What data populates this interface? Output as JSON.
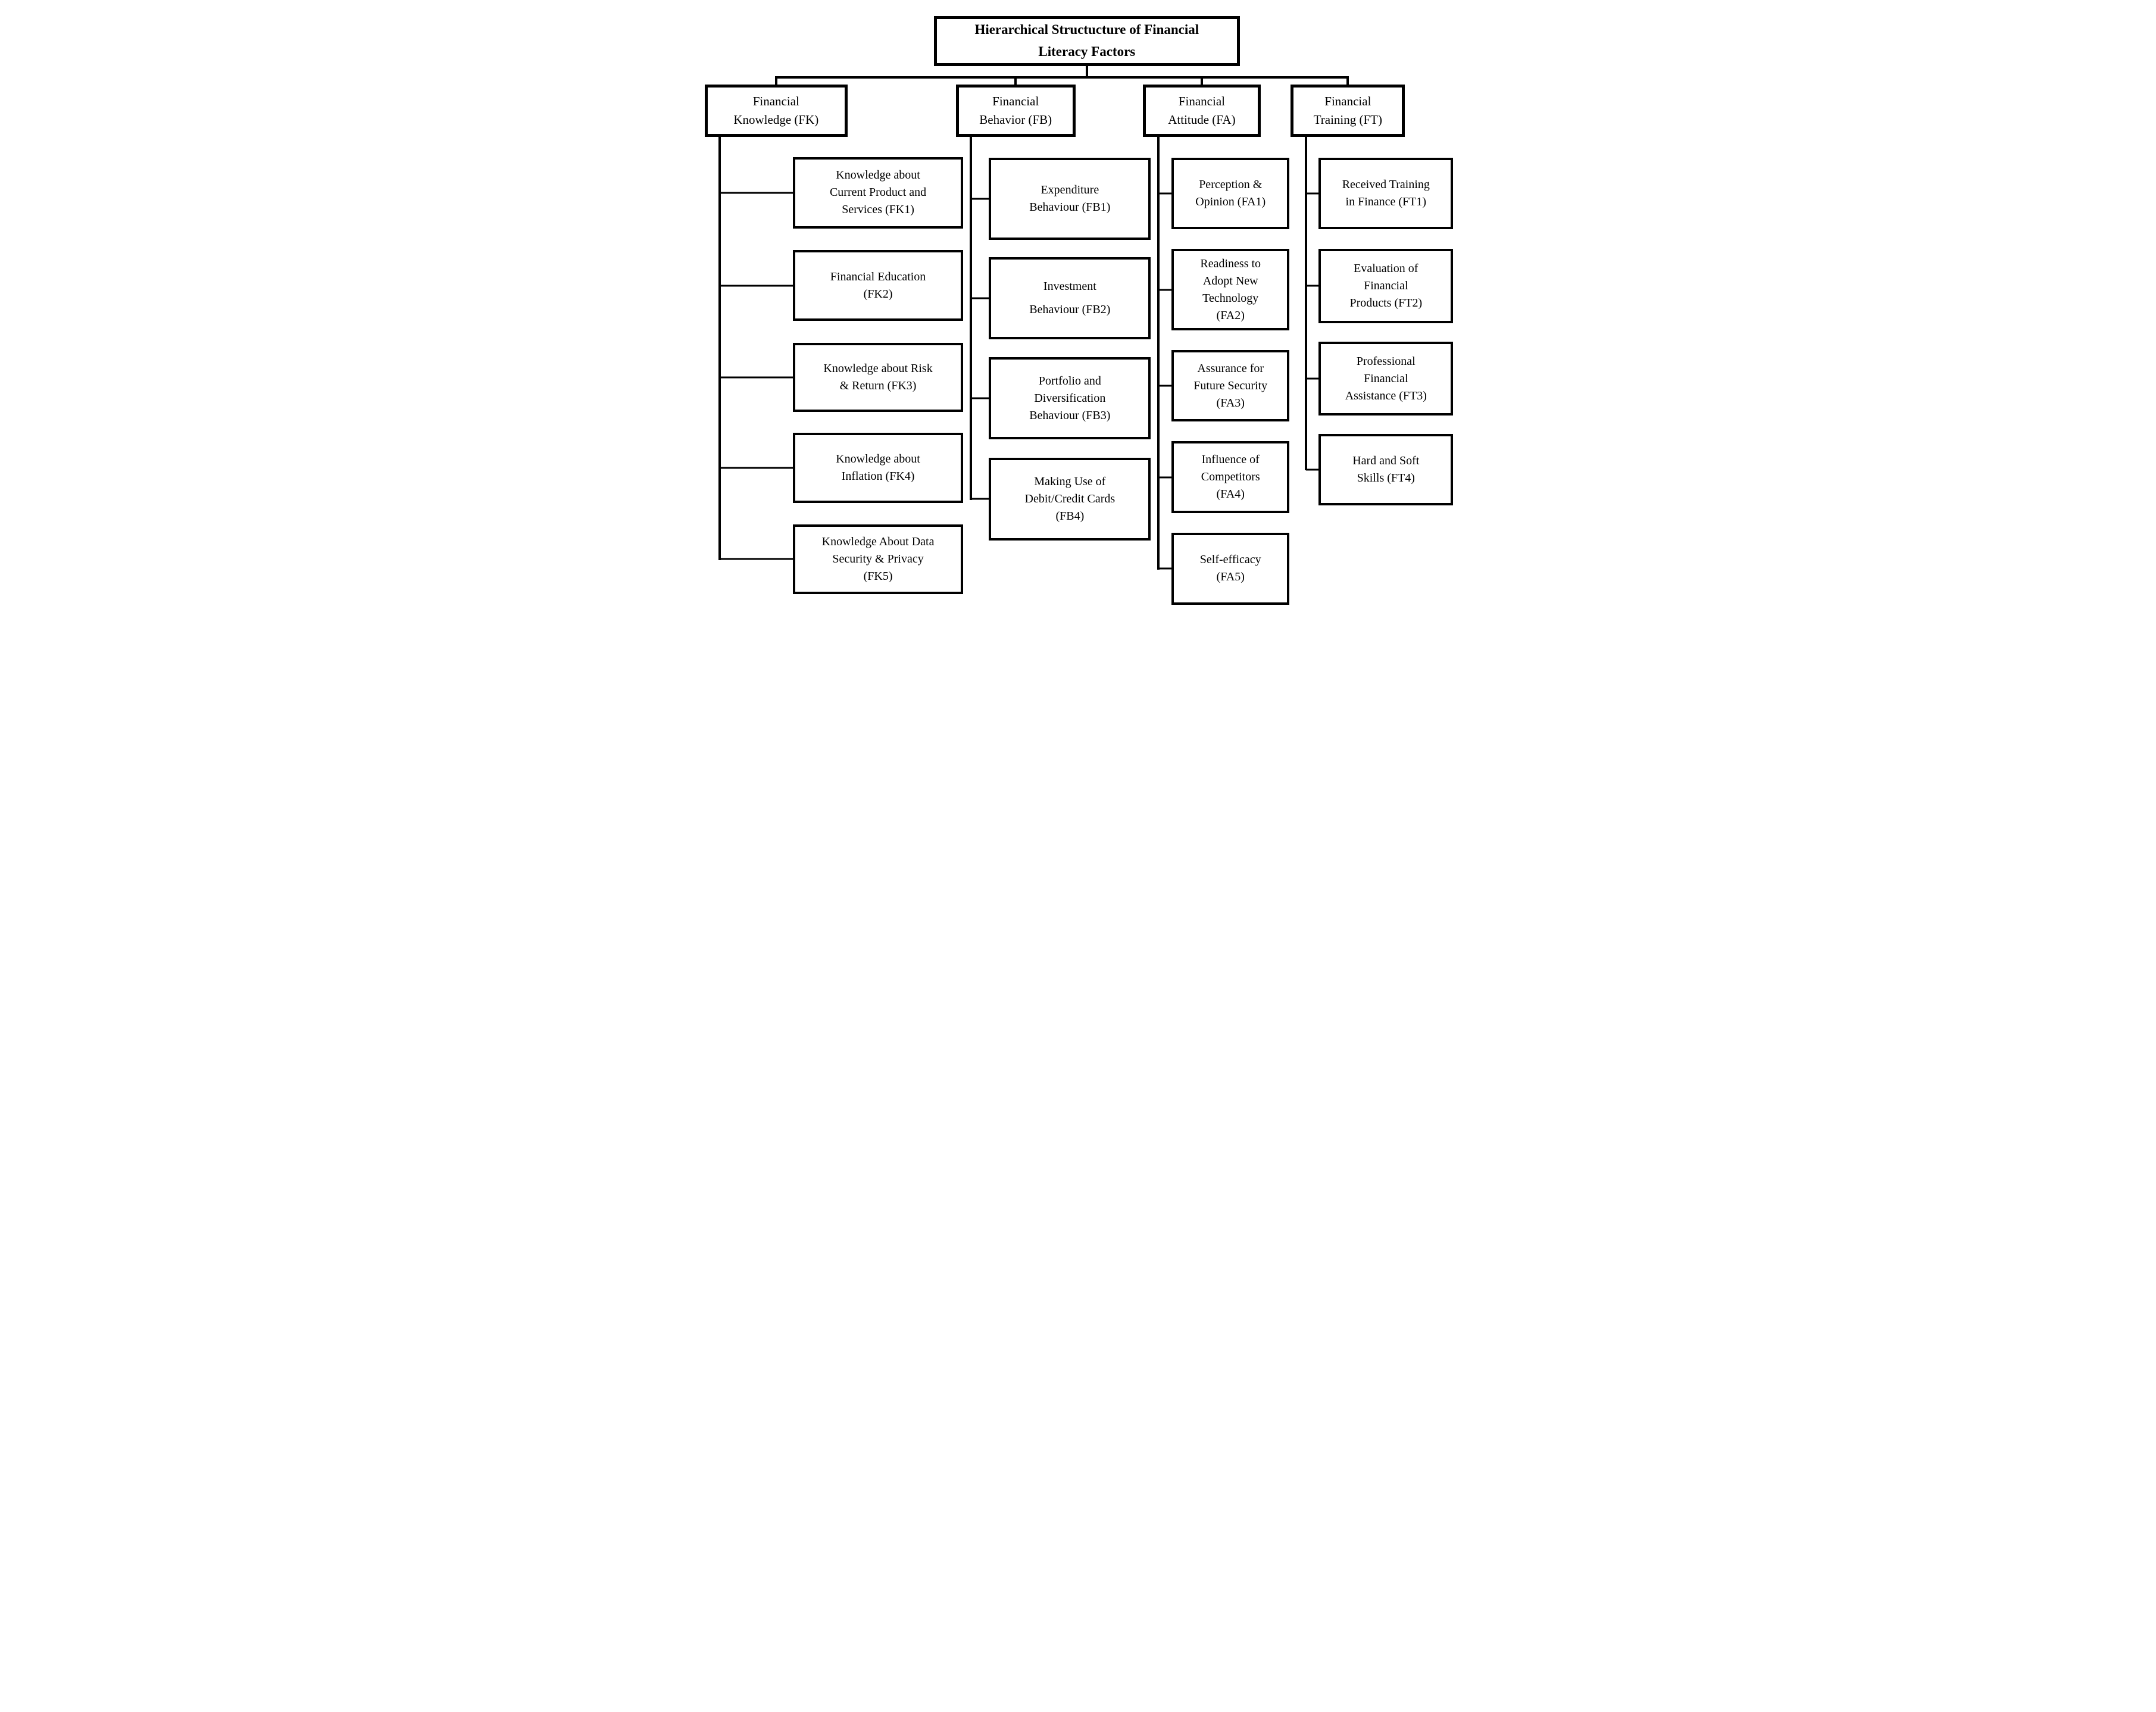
{
  "diagram": {
    "title": "Hierarchical Structucture of Financial\nLiteracy Factors",
    "branches": [
      {
        "label": "Financial\nKnowledge (FK)",
        "children": [
          "Knowledge about\nCurrent Product and\nServices (FK1)",
          "Financial Education\n(FK2)",
          "Knowledge about Risk\n& Return (FK3)",
          "Knowledge about\nInflation (FK4)",
          "Knowledge About Data\nSecurity & Privacy\n(FK5)"
        ]
      },
      {
        "label": "Financial\nBehavior (FB)",
        "children": [
          "Expenditure\nBehaviour (FB1)",
          "Investment\nBehaviour (FB2)",
          "Portfolio and\nDiversification\nBehaviour (FB3)",
          "Making Use of\nDebit/Credit Cards\n(FB4)"
        ]
      },
      {
        "label": "Financial\nAttitude (FA)",
        "children": [
          "Perception &\nOpinion (FA1)",
          "Readiness to\nAdopt New\nTechnology\n(FA2)",
          "Assurance for\nFuture Security\n(FA3)",
          "Influence of\nCompetitors\n(FA4)",
          "Self-efficacy\n(FA5)"
        ]
      },
      {
        "label": "Financial\nTraining (FT)",
        "children": [
          "Received Training\nin Finance (FT1)",
          "Evaluation of\nFinancial\nProducts (FT2)",
          "Professional\nFinancial\nAssistance (FT3)",
          "Hard and Soft\nSkills (FT4)"
        ]
      }
    ],
    "colors": {
      "line": "#000000",
      "text": "#000000",
      "background": "#ffffff"
    }
  }
}
